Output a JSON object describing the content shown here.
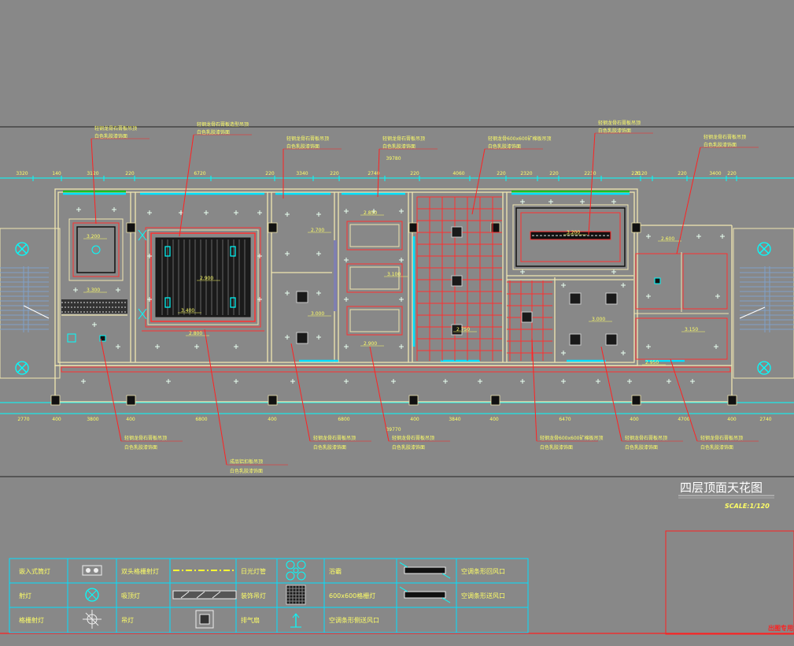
{
  "drawing": {
    "title": "四层顶面天花图",
    "scale": "SCALE:1/120",
    "stamp": "出图专用章"
  },
  "dims_top": [
    "3320",
    "140",
    "3120",
    "220",
    "6720",
    "220",
    "3340",
    "220",
    "2740",
    "220",
    "4060",
    "220",
    "2320",
    "220",
    "2230",
    "220",
    "3120",
    "220",
    "3400",
    "220"
  ],
  "dims_top_sub": "39780",
  "dims_bottom": [
    "2770",
    "400",
    "3800",
    "400",
    "6800",
    "400",
    "6800",
    "39770",
    "400",
    "3840",
    "400",
    "6470",
    "400",
    "4700",
    "400",
    "2740"
  ],
  "dims_colors": {
    "line": "#00ffff",
    "text": "#ffff66",
    "leader": "#ff2222",
    "wall": "#f0e6b0",
    "grid": "#ff3030"
  },
  "room_labels": [
    "3.200",
    "3.300",
    "2.900",
    "3.400",
    "2.800",
    "2.700",
    "3.000",
    "2.850",
    "3.100",
    "2.900",
    "2.750",
    "3.200",
    "3.000",
    "2.600",
    "3.150",
    "2.950"
  ],
  "notes_top": [
    {
      "l1": "轻钢龙骨石膏板吊顶",
      "l2": "白色乳胶漆饰面"
    },
    {
      "l1": "轻钢龙骨石膏板造型吊顶",
      "l2": "白色乳胶漆饰面"
    },
    {
      "l1": "轻钢龙骨石膏板吊顶",
      "l2": "白色乳胶漆饰面"
    },
    {
      "l1": "轻钢龙骨石膏板吊顶",
      "l2": "白色乳胶漆饰面"
    },
    {
      "l1": "轻钢龙骨600x600矿棉板吊顶",
      "l2": "白色乳胶漆饰面"
    },
    {
      "l1": "轻钢龙骨石膏板吊顶",
      "l2": "白色乳胶漆饰面"
    },
    {
      "l1": "轻钢龙骨石膏板吊顶",
      "l2": "白色乳胶漆饰面"
    }
  ],
  "notes_bottom": [
    {
      "l1": "轻钢龙骨石膏板吊顶",
      "l2": "白色乳胶漆饰面"
    },
    {
      "l1": "成品铝扣板吊顶",
      "l2": "白色乳胶漆饰面"
    },
    {
      "l1": "轻钢龙骨石膏板吊顶",
      "l2": "白色乳胶漆饰面"
    },
    {
      "l1": "轻钢龙骨石膏板吊顶",
      "l2": "白色乳胶漆饰面"
    },
    {
      "l1": "轻钢龙骨600x600矿棉板吊顶",
      "l2": "白色乳胶漆饰面"
    },
    {
      "l1": "轻钢龙骨石膏板吊顶",
      "l2": "白色乳胶漆饰面"
    },
    {
      "l1": "轻钢龙骨石膏板吊顶",
      "l2": "白色乳胶漆饰面"
    }
  ],
  "legend": {
    "rows": [
      [
        {
          "label": "嵌入式筒灯",
          "symbol": "downlight"
        },
        {
          "label": "双头格栅射灯",
          "symbol": "dashline"
        },
        {
          "label": "日光灯管",
          "symbol": "quad"
        },
        {
          "label": "浴霸",
          "symbol": "slotA"
        },
        {
          "label": "空调条形回风口"
        }
      ],
      [
        {
          "label": "射灯",
          "symbol": "spot"
        },
        {
          "label": "吸顶灯",
          "symbol": "hatch"
        },
        {
          "label": "装饰吊灯",
          "symbol": "grid"
        },
        {
          "label": "600x600格栅灯",
          "symbol": "slotB"
        },
        {
          "label": "空调条形送风口"
        }
      ],
      [
        {
          "label": "格栅射灯",
          "symbol": "star"
        },
        {
          "label": "吊灯",
          "symbol": "square"
        },
        {
          "label": "排气扇",
          "symbol": "arrow"
        },
        {
          "label": "空调条形侧送风口"
        }
      ]
    ]
  }
}
